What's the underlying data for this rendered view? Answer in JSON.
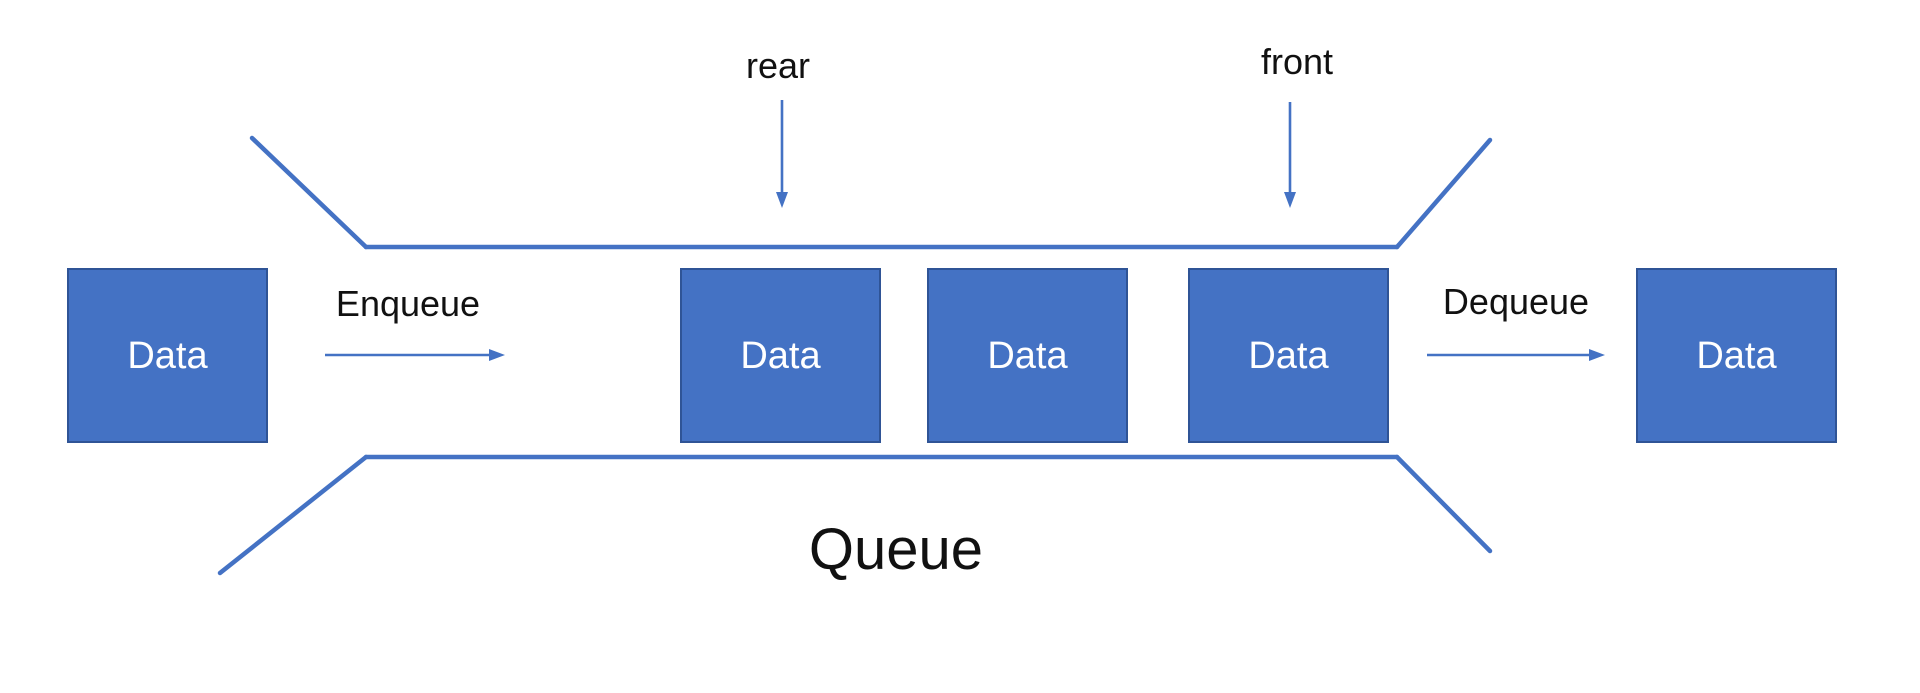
{
  "diagram": {
    "title": "Queue",
    "pointer_labels": {
      "rear": "rear",
      "front": "front"
    },
    "operation_labels": {
      "enqueue": "Enqueue",
      "dequeue": "Dequeue"
    },
    "boxes": {
      "incoming": {
        "label": "Data"
      },
      "queue": [
        {
          "label": "Data"
        },
        {
          "label": "Data"
        },
        {
          "label": "Data"
        }
      ],
      "outgoing": {
        "label": "Data"
      }
    }
  },
  "colors": {
    "box_fill": "#4472C4",
    "box_border": "#2F5496",
    "line": "#4472C4",
    "label_text": "#111111",
    "box_text": "#FFFFFF",
    "background": "#FFFFFF"
  }
}
